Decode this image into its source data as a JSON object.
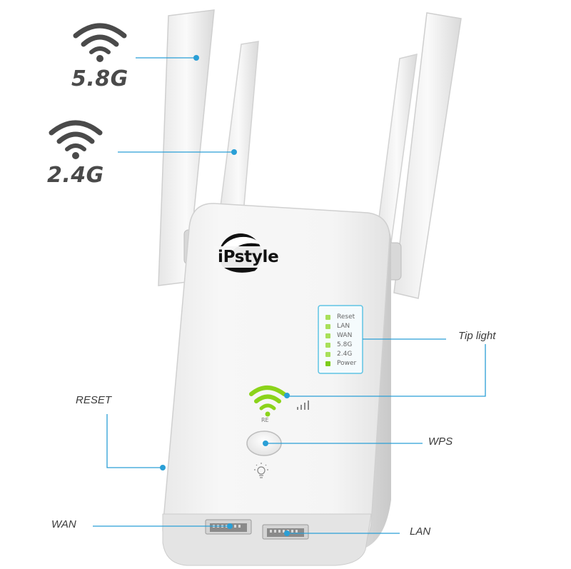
{
  "brand": {
    "name": "iPstyle"
  },
  "bands": [
    {
      "label": "5.8G",
      "icon": "wifi-icon"
    },
    {
      "label": "2.4G",
      "icon": "wifi-icon"
    }
  ],
  "callouts": {
    "tip_light": "Tip light",
    "reset": "RESET",
    "wps": "WPS",
    "wan": "WAN",
    "lan": "LAN"
  },
  "leds": [
    {
      "label": "Reset"
    },
    {
      "label": "LAN"
    },
    {
      "label": "WAN"
    },
    {
      "label": "5.8G"
    },
    {
      "label": "2.4G"
    },
    {
      "label": "Power"
    }
  ],
  "front": {
    "re_label": "RE",
    "wifi_icon": "wifi-signal-icon",
    "wps_icon": "wps-button",
    "lamp_icon": "lightbulb-icon"
  },
  "colors": {
    "accent_green": "#8bd31a",
    "callout_line": "#2a9fd6",
    "callout_dot": "#2a9fd6",
    "body": "#f2f2f2",
    "text_dark": "#4a4a4a"
  }
}
